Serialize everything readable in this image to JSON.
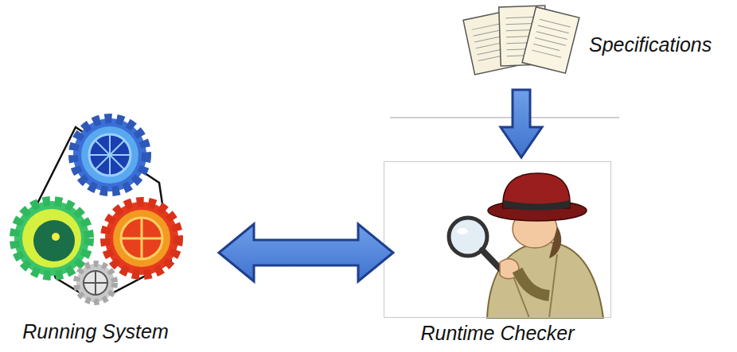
{
  "diagram": {
    "nodes": [
      {
        "text": [
          "Specifications"
        ]
      },
      {
        "text": [
          "Running System"
        ]
      },
      {
        "text": [
          "Runtime Checker"
        ]
      }
    ],
    "edges": [
      {
        "from": 0,
        "to": 2,
        "arrow": "to"
      },
      {
        "from": 1,
        "to": 2,
        "arrow": "both"
      }
    ]
  }
}
